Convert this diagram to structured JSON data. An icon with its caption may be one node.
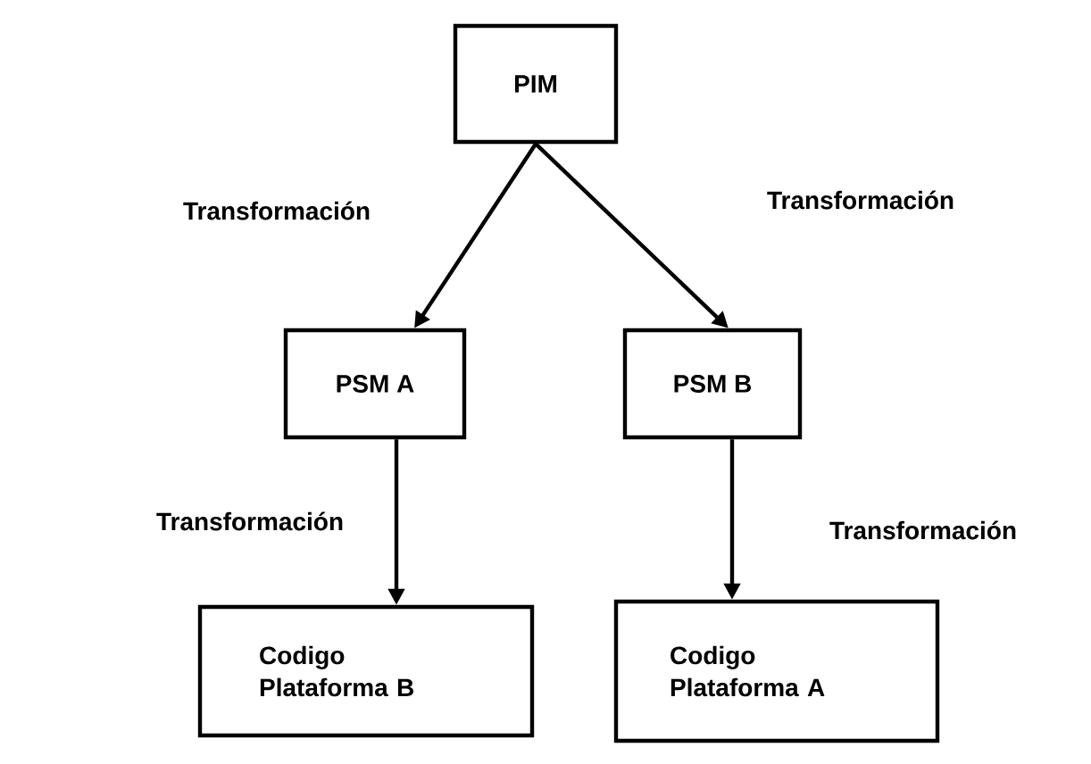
{
  "diagram": {
    "nodes": [
      {
        "text": [
          "PIM"
        ]
      },
      {
        "text": [
          "PSM A"
        ]
      },
      {
        "text": [
          "PSM B"
        ]
      },
      {
        "text": [
          "Codigo Plataforma B"
        ]
      },
      {
        "text": [
          "Codigo Plataforma A"
        ]
      }
    ],
    "edges": [
      {
        "from": 0,
        "to": 1,
        "arrow": "to",
        "label": "Transformación"
      },
      {
        "from": 0,
        "to": 2,
        "arrow": "to",
        "label": "Transformación"
      },
      {
        "from": 1,
        "to": 3,
        "arrow": "to",
        "label": "Transformación"
      },
      {
        "from": 2,
        "to": 4,
        "arrow": "to",
        "label": "Transformación"
      }
    ]
  }
}
